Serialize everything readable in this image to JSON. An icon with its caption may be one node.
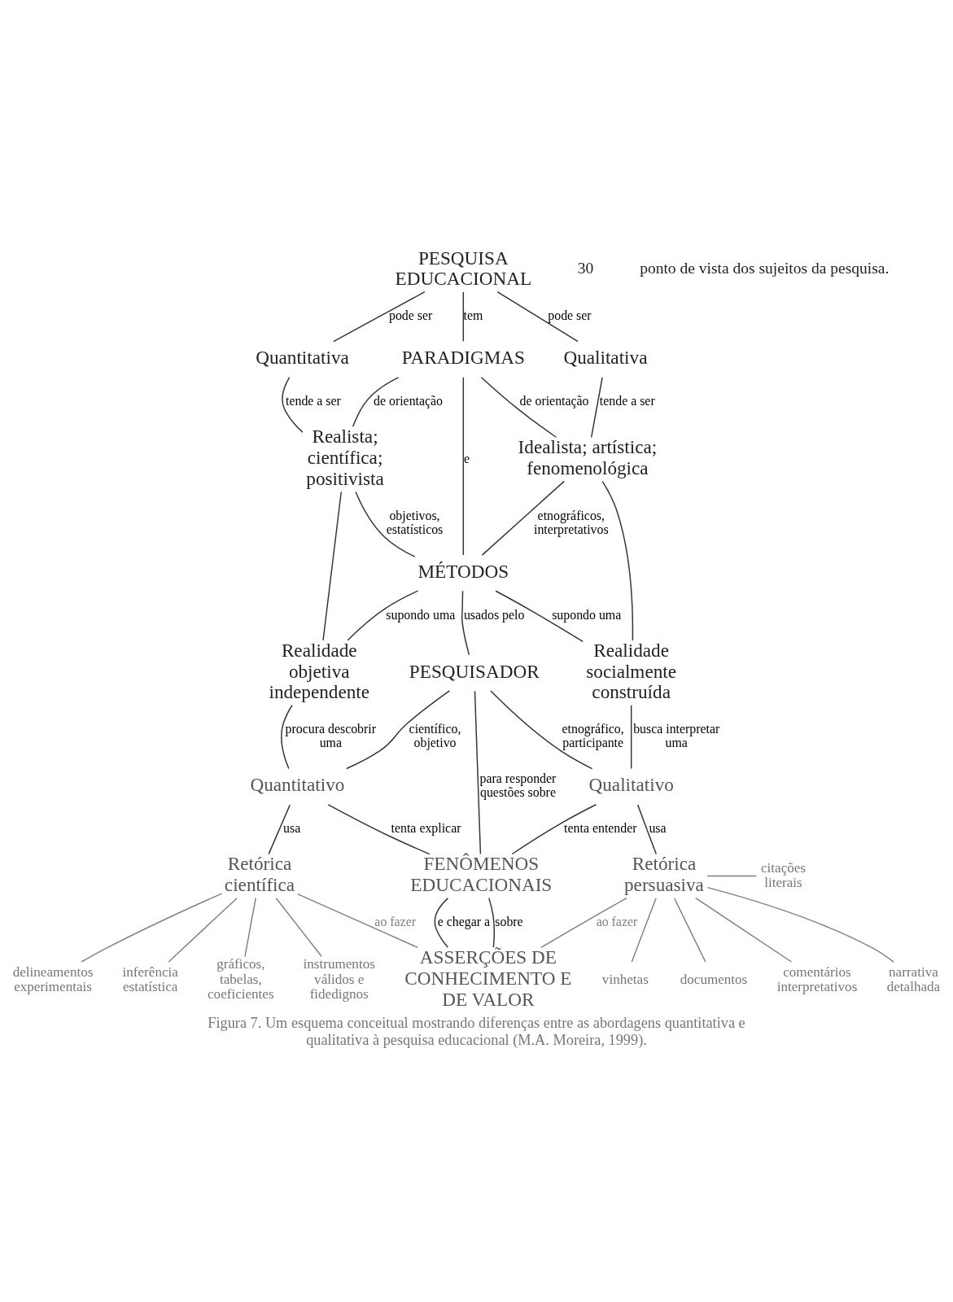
{
  "diagram": {
    "caption": "Figura 7. Um esquema conceitual mostrando diferenças entre as abordagens quantitativa e qualitativa à pesquisa educacional (M.A. Moreira, 1999).",
    "nodes": [
      {
        "text": [
          "PESQUISA EDUCACIONAL"
        ]
      },
      {
        "text": [
          "Quantitativa"
        ]
      },
      {
        "text": [
          "Qualitativa"
        ]
      },
      {
        "text": [
          "PARADIGMAS"
        ]
      },
      {
        "text": [
          "Realista; científica; positivista"
        ]
      },
      {
        "text": [
          "Idealista; artística; fenomenológica"
        ]
      },
      {
        "text": [
          "MÉTODOS"
        ]
      },
      {
        "text": [
          "Realidade objetiva independente"
        ]
      },
      {
        "text": [
          "Realidade socialmente construída"
        ]
      },
      {
        "text": [
          "PESQUISADOR"
        ]
      },
      {
        "text": [
          "Quantitativo"
        ]
      },
      {
        "text": [
          "Qualitativo"
        ]
      },
      {
        "text": [
          "FENÔMENOS EDUCACIONAIS"
        ]
      },
      {
        "text": [
          "Retórica científica"
        ]
      },
      {
        "text": [
          "Retórica persuasiva"
        ]
      },
      {
        "text": [
          "ASSERÇÕES DE CONHECIMENTO E DE VALOR"
        ]
      },
      {
        "text": [
          "delineamentos experimentais"
        ]
      },
      {
        "text": [
          "inferência estatística"
        ]
      },
      {
        "text": [
          "gráficos, tabelas, coeficientes"
        ]
      },
      {
        "text": [
          "instrumentos válidos e fidedignos"
        ]
      },
      {
        "text": [
          "narrativa detalhada"
        ]
      },
      {
        "text": [
          "citações literais"
        ]
      },
      {
        "text": [
          "comentários interpretativos"
        ]
      },
      {
        "text": [
          "vinhetas"
        ]
      },
      {
        "text": [
          "documentos"
        ]
      }
    ],
    "edges": [
      {
        "from": 0,
        "to": 1,
        "arrow": "none",
        "label": "pode ser"
      },
      {
        "from": 0,
        "to": 3,
        "arrow": "none",
        "label": "tem"
      },
      {
        "from": 0,
        "to": 2,
        "arrow": "none",
        "label": "pode ser"
      },
      {
        "from": 1,
        "to": 4,
        "arrow": "none",
        "label": "tende a ser"
      },
      {
        "from": 3,
        "to": 4,
        "arrow": "none",
        "label": "de orientação"
      },
      {
        "from": 3,
        "to": 6,
        "arrow": "none",
        "label": "e"
      },
      {
        "from": 3,
        "to": 5,
        "arrow": "none",
        "label": "de orientação"
      },
      {
        "from": 2,
        "to": 5,
        "arrow": "none",
        "label": "tende a ser"
      },
      {
        "from": 4,
        "to": 7,
        "arrow": "none"
      },
      {
        "from": 4,
        "to": 6,
        "arrow": "none",
        "label": "objetivos, estatísticos"
      },
      {
        "from": 5,
        "to": 6,
        "arrow": "none",
        "label": "etnográficos, interpretativos"
      },
      {
        "from": 5,
        "to": 8,
        "arrow": "none"
      },
      {
        "from": 6,
        "to": 7,
        "arrow": "none",
        "label": "supondo uma"
      },
      {
        "from": 6,
        "to": 9,
        "arrow": "none",
        "label": "usados pelo"
      },
      {
        "from": 6,
        "to": 8,
        "arrow": "none",
        "label": "supondo uma"
      },
      {
        "from": 7,
        "to": 10,
        "arrow": "none",
        "label": "procura descobrir uma"
      },
      {
        "from": 8,
        "to": 11,
        "arrow": "none",
        "label": "busca interpretar uma"
      },
      {
        "from": 9,
        "to": 10,
        "arrow": "none",
        "label": "científico, objetivo"
      },
      {
        "from": 9,
        "to": 12,
        "arrow": "none",
        "label": "para responder questões sobre"
      },
      {
        "from": 9,
        "to": 11,
        "arrow": "none",
        "label": "etnográfico, participante"
      },
      {
        "from": 10,
        "to": 13,
        "arrow": "none",
        "label": "usa"
      },
      {
        "from": 10,
        "to": 12,
        "arrow": "none",
        "label": "tenta explicar"
      },
      {
        "from": 11,
        "to": 12,
        "arrow": "none",
        "label": "tenta entender"
      },
      {
        "from": 11,
        "to": 14,
        "arrow": "none",
        "label": "usa"
      },
      {
        "from": 12,
        "to": 15,
        "arrow": "none",
        "label": "e chegar a"
      },
      {
        "from": 12,
        "to": 15,
        "arrow": "none",
        "label": "sobre"
      },
      {
        "from": 13,
        "to": 16,
        "arrow": "none",
        "color": "#808080"
      },
      {
        "from": 13,
        "to": 17,
        "arrow": "none",
        "color": "#808080"
      },
      {
        "from": 13,
        "to": 18,
        "arrow": "none",
        "color": "#808080"
      },
      {
        "from": 13,
        "to": 19,
        "arrow": "none",
        "color": "#808080"
      },
      {
        "from": 13,
        "to": 15,
        "arrow": "none",
        "label": "ao fazer",
        "color": "#808080"
      },
      {
        "from": 14,
        "to": 15,
        "arrow": "none",
        "label": "ao fazer",
        "color": "#808080"
      },
      {
        "from": 14,
        "to": 23,
        "arrow": "none",
        "color": "#808080"
      },
      {
        "from": 14,
        "to": 24,
        "arrow": "none",
        "color": "#808080"
      },
      {
        "from": 14,
        "to": 22,
        "arrow": "none",
        "color": "#808080"
      },
      {
        "from": 14,
        "to": 21,
        "arrow": "none",
        "color": "#808080"
      },
      {
        "from": 14,
        "to": 20,
        "arrow": "none",
        "color": "#808080"
      }
    ],
    "labels": [
      "30",
      "ponto de vista dos sujeitos da pesquisa."
    ]
  }
}
